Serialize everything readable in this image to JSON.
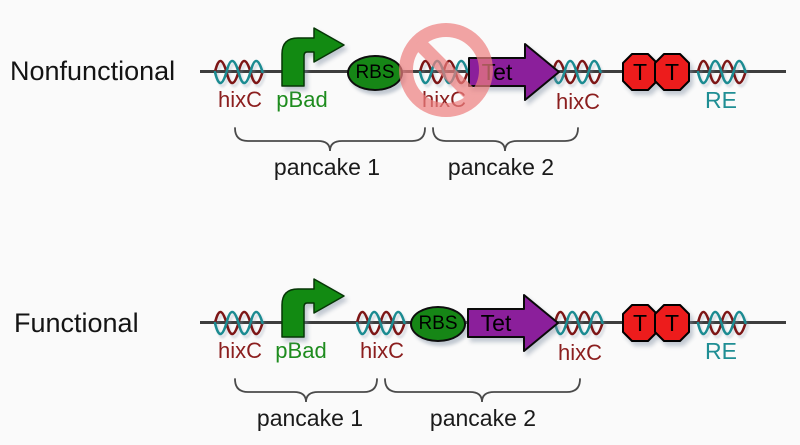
{
  "figure": {
    "background": "#fafafa",
    "description_colors": {
      "dna_line": "#3d3d3d",
      "hixc_label": "#8b1e1e",
      "pbad_label": "#1e8c1e",
      "re_label": "#1f8e94",
      "promoter_green": "#128a12",
      "rbs_green": "#168616",
      "gene_purple": "#8b1f9b",
      "terminator_red": "#ed1c1c",
      "prohibition_pink": "#ee7f7f",
      "helix_teal": "#1b8b91",
      "helix_red": "#7d1616"
    }
  },
  "diagram1": {
    "title": "Nonfunctional",
    "labels": {
      "hixc1": "hixC",
      "pbad": "pBad",
      "rbs": "RBS",
      "hixc2": "hixC",
      "tet": "Tet",
      "hixc3": "hixC",
      "terminator1": "T",
      "terminator2": "T",
      "re": "RE",
      "pancake1": "pancake 1",
      "pancake2": "pancake 2"
    }
  },
  "diagram2": {
    "title": "Functional",
    "labels": {
      "hixc1": "hixC",
      "pbad": "pBad",
      "hixc2": "hixC",
      "rbs": "RBS",
      "tet": "Tet",
      "hixc3": "hixC",
      "terminator1": "T",
      "terminator2": "T",
      "re": "RE",
      "pancake1": "pancake 1",
      "pancake2": "pancake 2"
    }
  }
}
